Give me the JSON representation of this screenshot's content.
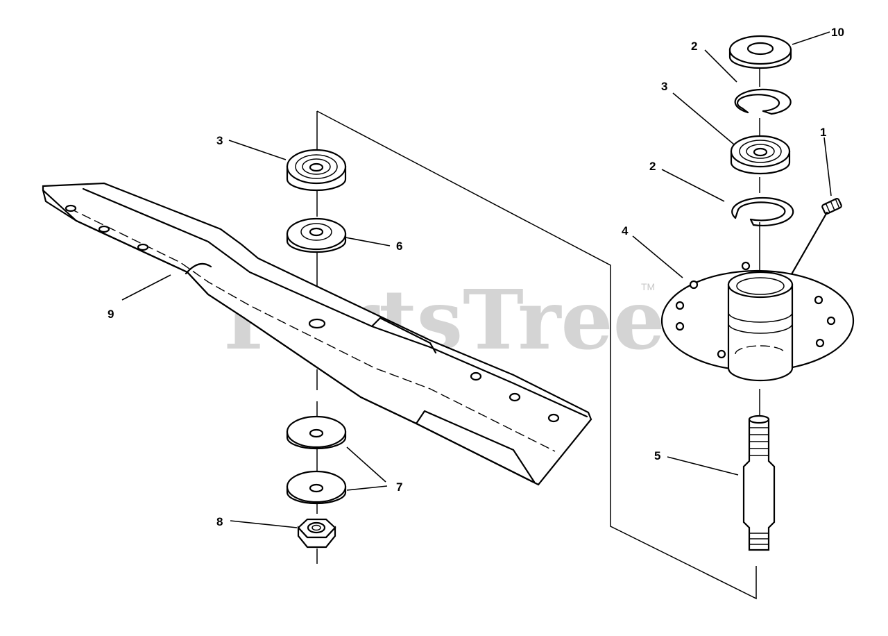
{
  "watermark": {
    "text": "PartsTree",
    "trademark": "TM"
  },
  "callouts": [
    {
      "id": "1",
      "text": "1"
    },
    {
      "id": "2a",
      "text": "2"
    },
    {
      "id": "2b",
      "text": "2"
    },
    {
      "id": "3a",
      "text": "3"
    },
    {
      "id": "3b",
      "text": "3"
    },
    {
      "id": "4",
      "text": "4"
    },
    {
      "id": "5",
      "text": "5"
    },
    {
      "id": "6",
      "text": "6"
    },
    {
      "id": "7",
      "text": "7"
    },
    {
      "id": "8",
      "text": "8"
    },
    {
      "id": "9",
      "text": "9"
    },
    {
      "id": "10",
      "text": "10"
    }
  ]
}
